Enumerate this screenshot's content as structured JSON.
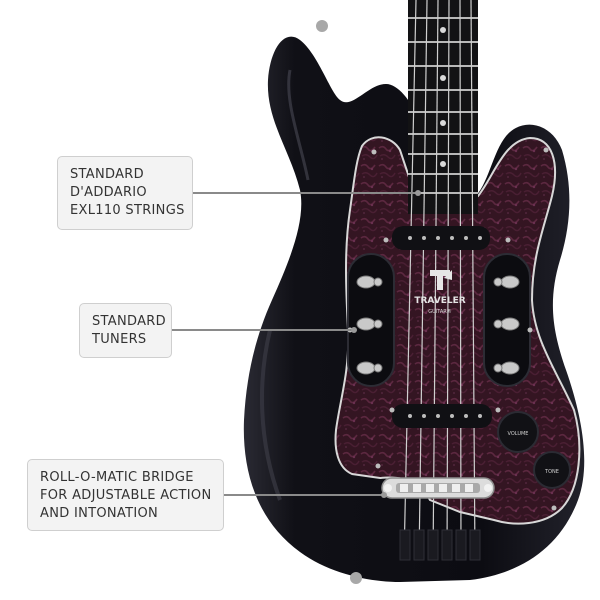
{
  "image": {
    "subject": "guitar-body",
    "icons": [
      "traveler-guitar-logo-icon"
    ],
    "colors": {
      "body": "#15151c",
      "pickguard": "#3a1828",
      "callout_background": "#f3f3f3",
      "leader_line": "#8a8a8a"
    }
  },
  "callouts": [
    {
      "lines": [
        "STANDARD",
        "D'ADDARIO",
        "EXL110 STRINGS"
      ]
    },
    {
      "lines": [
        "STANDARD",
        "TUNERS"
      ]
    },
    {
      "lines": [
        "ROLL-O-MATIC BRIDGE",
        "FOR ADJUSTABLE ACTION",
        "AND INTONATION"
      ]
    }
  ],
  "logo": {
    "brand": "TRAVELER",
    "sub": "GUITAR®"
  },
  "controls": {
    "volume_label": "VOLUME",
    "tone_label": "TONE"
  }
}
